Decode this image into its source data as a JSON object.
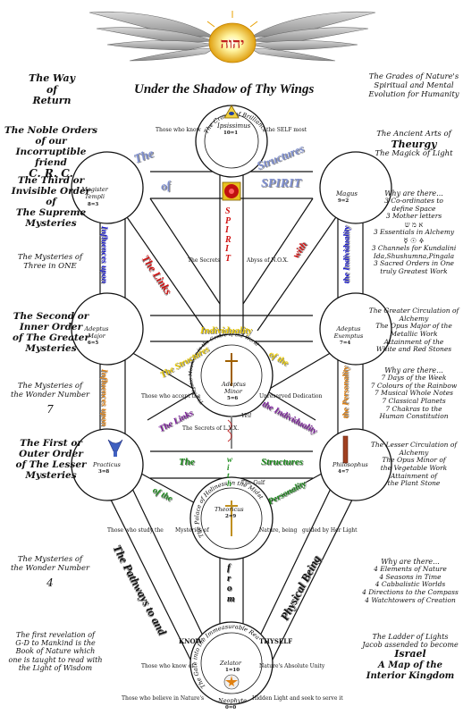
{
  "banner": {
    "title": "Under the Shadow of Thy Wings"
  },
  "left": {
    "way_of_return": [
      "The Way",
      "of",
      "Return"
    ],
    "noble_orders": [
      "The Noble Orders",
      "of our",
      "Incorruptible friend",
      "C. R. C."
    ],
    "third_order": [
      "The Third or",
      "Invisible Order",
      "of",
      "The Supreme",
      "Mysteries"
    ],
    "mysteries_three": [
      "The Mysteries of",
      "Three in ONE"
    ],
    "second_order": [
      "The Second or",
      "Inner Order",
      "of The Greater",
      "Mysteries"
    ],
    "mysteries_seven": [
      "The Mysteries of",
      "the Wonder Number",
      "7"
    ],
    "first_order": [
      "The First or",
      "Outer Order",
      "of The Lesser",
      "Mysteries"
    ],
    "mysteries_four": [
      "The Mysteries of",
      "the Wonder Number",
      "4"
    ],
    "first_revelation": [
      "The first revelation of",
      "G-D to Mankind is the",
      "Book of Nature which",
      "one is taught to read with",
      "the Light of Wisdom"
    ]
  },
  "right": {
    "grades": [
      "The Grades of Nature's",
      "Spiritual and Mental",
      "Evolution for Humanity"
    ],
    "theurgy": [
      "The Ancient Arts of",
      "Theurgy",
      "The Magick of Light"
    ],
    "why_three_title": "Why are there...",
    "why_three_items": [
      "3 Co-ordinates to",
      "define Space",
      "3 Mother letters",
      "3 Essentials in Alchemy",
      "3 Channels for Kundalini",
      "Ida,Shushumna,Pingala",
      "3 Sacred Orders in One",
      "truly Greatest Work"
    ],
    "greater_circulation": [
      "The Greater Circulation of",
      "Alchemy",
      "The Opus Major of the",
      "Metallic Work",
      "Attainment of the",
      "White and Red Stones"
    ],
    "why_seven_title": "Why are there...",
    "why_seven_items": [
      "7 Days of the Week",
      "7 Colours of the Rainbow",
      "7 Musical Whole Notes",
      "7 Classical Planets",
      "7 Chakras to the",
      "Human Constitution"
    ],
    "lesser_circulation": [
      "The Lesser Circulation of",
      "Alchemy",
      "The Opus Minor of",
      "the Vegetable Work",
      "Attainment of",
      "the Plant Stone"
    ],
    "why_four_title": "Why are there...",
    "why_four_items": [
      "4 Elements of Nature",
      "4 Seasons in Time",
      "4 Cabbalistic Worlds",
      "4 Directions to the Compass",
      "4 Watchtowers of Creation"
    ],
    "ladder": [
      "The Ladder of Lights",
      "Jacob assended to become"
    ],
    "israel": "Israel",
    "map": [
      "A Map of the",
      "Interior Kingdom"
    ]
  },
  "grades_nodes": {
    "ipsissimus": {
      "name": "Ipsissimus",
      "num": "10=1"
    },
    "magister": {
      "name": "Magister Templi",
      "num": "8=3"
    },
    "magus": {
      "name": "Magus",
      "num": "9=2"
    },
    "adeptus_major": {
      "name": "Adeptus Major",
      "num": "6=5"
    },
    "adeptus_exemptus": {
      "name": "Adeptus Exemptus",
      "num": "7=4"
    },
    "adeptus_minor": {
      "name": "Adeptus Minor",
      "num": "5=6"
    },
    "practicus": {
      "name": "Practicus",
      "num": "3=8"
    },
    "philosophus": {
      "name": "Philosophus",
      "num": "4=7"
    },
    "theoricus": {
      "name": "Theoricus",
      "num": "2=9"
    },
    "zelator": {
      "name": "Zelator",
      "num": "1=10"
    },
    "neophyte": {
      "name": "Neophyte",
      "num": "0=0"
    }
  },
  "path_labels": {
    "know_self_left": "Those who know",
    "know_self_right": "the SELF most",
    "crown": "The Crown of Brilliance",
    "the_secrets": "The Secrets",
    "abyss": "Abyss of N.O.X.",
    "accept": "Those who accept the",
    "unreserved": "Unreserved Dedication",
    "secrets_lvx": "The Secrets of L.V.X.",
    "veil": "Veil",
    "the_gulf": "The Gulf",
    "study": "Those who study the",
    "mysteries_of": "Mysteries of",
    "nature_being": "Nature, being",
    "guided": "guided by Her Light",
    "know": "KNOW",
    "thyself": "THYSELF",
    "know_of": "Those who know of",
    "absolute": "Nature's Absolute Unity",
    "believe": "Those who believe in Nature's",
    "hidden": "Hidden Light and seek to serve it",
    "palace": "The Palace of Holiness in the Midst",
    "gate": "The Gate into the Immeasurable Realm",
    "mountain": "The Mystic Mountain in the Centre of the World"
  },
  "colored_words": {
    "the_top": "The",
    "structures_top": "Structures",
    "of_top": "of",
    "spirit": "SPIRIT",
    "spirit_vertical": "SPIRIT",
    "links_top": "The Links",
    "with_top": "with",
    "infl_left_top": "Influences upon",
    "indiv_right_top": "the Individuality",
    "individuality": "Individuality",
    "structures_mid": "The Structures",
    "of_mid": "of the",
    "infl_left_mid": "Influences upon",
    "personality_right": "the Personality",
    "links_mid": "The Links",
    "indiv_mid": "the Individuality",
    "the_low": "The",
    "structures_low": "Structures",
    "with_low": "with",
    "of_the_low": "of the",
    "personality_low": "Personality",
    "pathways": "The Pathways to and",
    "from": "from",
    "physical": "Physical Being"
  },
  "colors": {
    "line": "#111111",
    "node_fill": "#ffffff",
    "accent_red": "#d01010",
    "accent_blue": "#1a1ad0",
    "accent_green": "#1a8a1a",
    "accent_orange": "#e08010",
    "accent_yellow": "#e8c800",
    "accent_purple": "#7a1a9a",
    "accent_teal": "#1a7a8a"
  }
}
